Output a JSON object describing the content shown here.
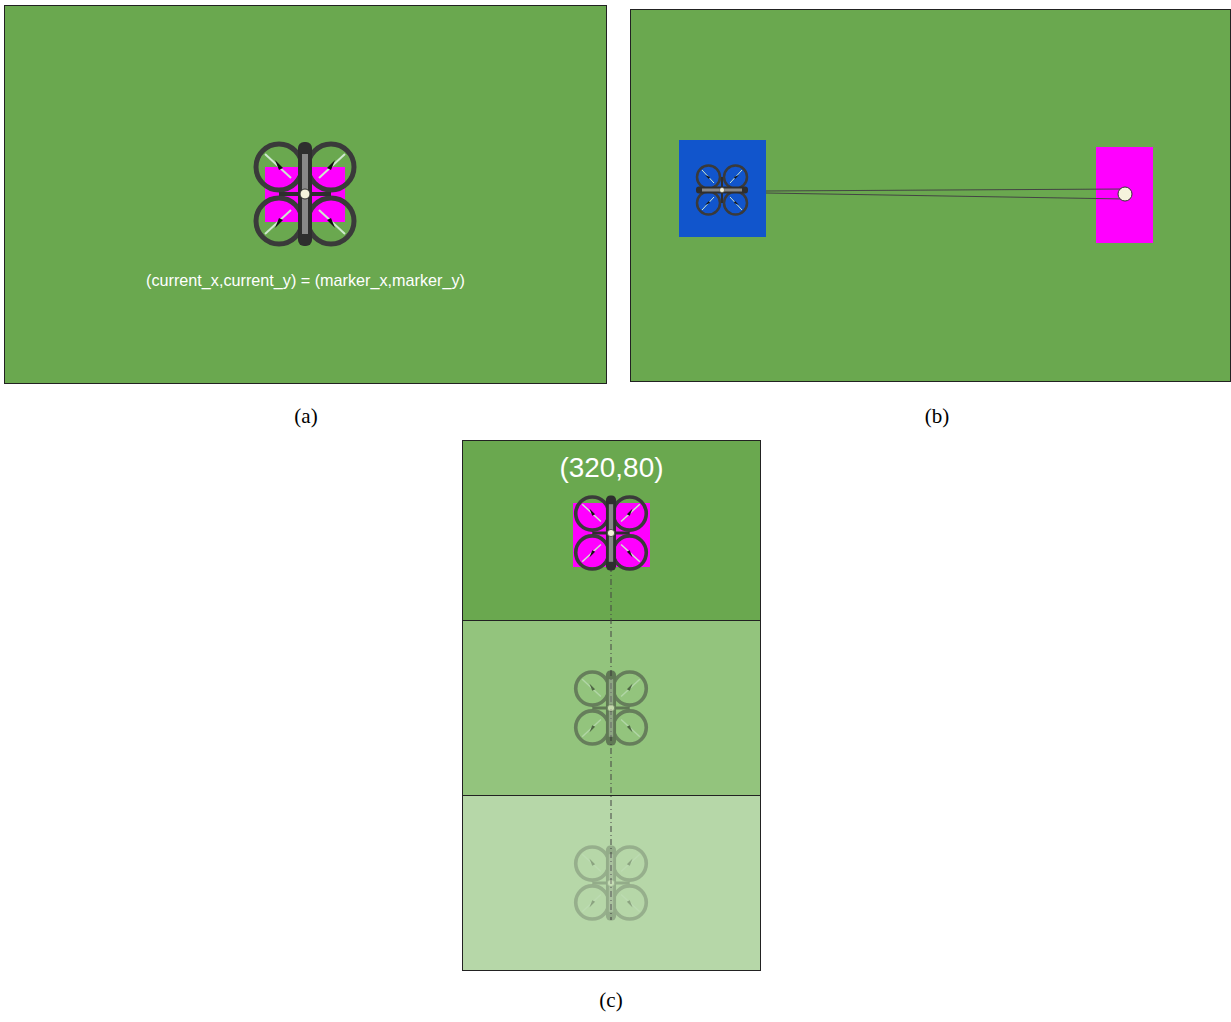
{
  "diagram": {
    "nodes": [
      {
        "text": [
          "(current_x,current_y) = (marker_x,marker_y)"
        ]
      },
      {
        "text": [
          "(320,80)"
        ]
      }
    ],
    "labels": [
      "(a)",
      "(b)",
      "(c)"
    ]
  }
}
